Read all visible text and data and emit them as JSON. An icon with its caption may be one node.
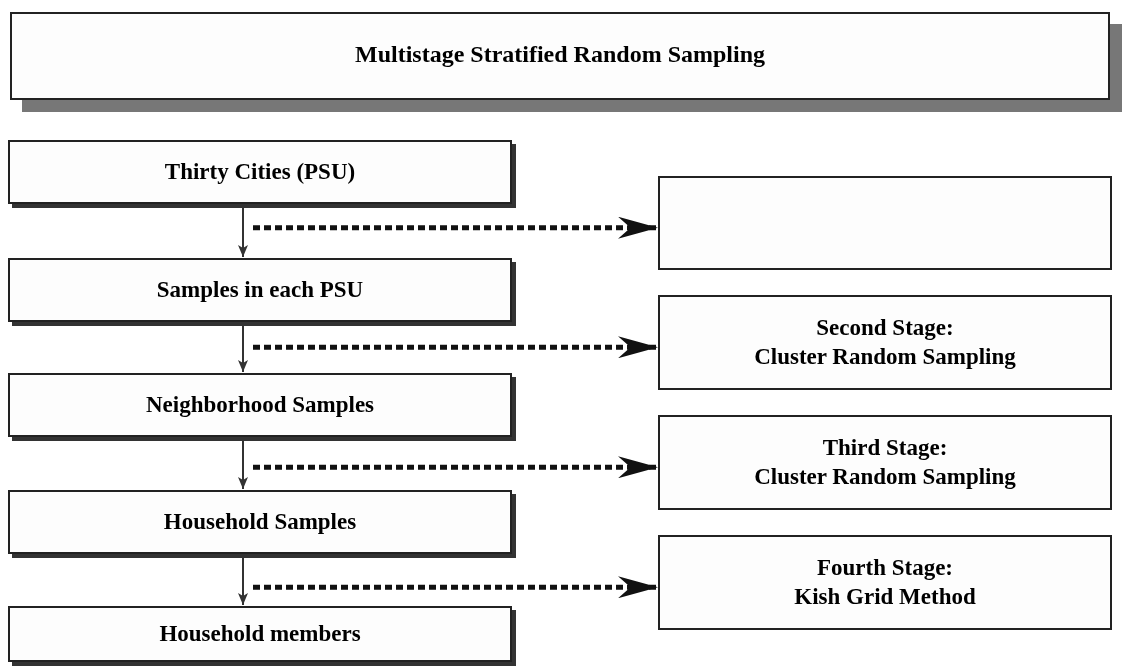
{
  "diagram": {
    "nodes": [
      {
        "text": [
          "Multistage Stratified Random Sampling"
        ]
      },
      {
        "text": [
          "Thirty Cities (PSU)"
        ]
      },
      {
        "text": [
          "Samples in each PSU"
        ]
      },
      {
        "text": [
          "Neighborhood Samples"
        ]
      },
      {
        "text": [
          "Household Samples"
        ]
      },
      {
        "text": [
          "Household members"
        ]
      },
      {
        "text": [],
        "shape": "box"
      },
      {
        "text": [
          "Second Stage:",
          "Cluster Random Sampling"
        ]
      },
      {
        "text": [
          "Third Stage:",
          "Cluster Random Sampling"
        ]
      },
      {
        "text": [
          "Fourth Stage:",
          "Kish Grid Method"
        ]
      }
    ],
    "edges": [
      {
        "from": 1,
        "to": 2,
        "arrow": "to"
      },
      {
        "from": null,
        "to": 6,
        "arrow": "to",
        "style": "dashed"
      },
      {
        "from": 2,
        "to": 3,
        "arrow": "to"
      },
      {
        "from": null,
        "to": 7,
        "arrow": "to",
        "style": "dashed"
      },
      {
        "from": 3,
        "to": 4,
        "arrow": "to"
      },
      {
        "from": null,
        "to": 8,
        "arrow": "to",
        "style": "dashed"
      },
      {
        "from": 4,
        "to": 5,
        "arrow": "to"
      },
      {
        "from": null,
        "to": 9,
        "arrow": "to",
        "style": "dashed"
      }
    ]
  }
}
